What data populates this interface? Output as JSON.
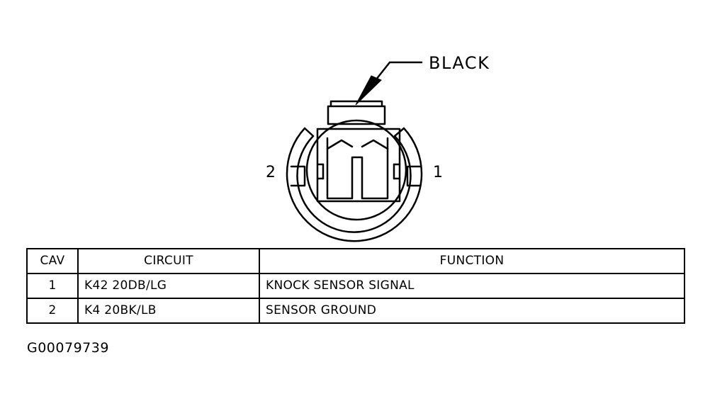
{
  "diagram": {
    "connector_color_label": "BLACK",
    "pin_left_label": "2",
    "pin_right_label": "1"
  },
  "table": {
    "headers": [
      "CAV",
      "CIRCUIT",
      "FUNCTION"
    ],
    "rows": [
      {
        "cav": "1",
        "circuit": "K42 20DB/LG",
        "function": "KNOCK SENSOR SIGNAL"
      },
      {
        "cav": "2",
        "circuit": "K4 20BK/LB",
        "function": "SENSOR GROUND"
      }
    ]
  },
  "figure_id": "G00079739"
}
